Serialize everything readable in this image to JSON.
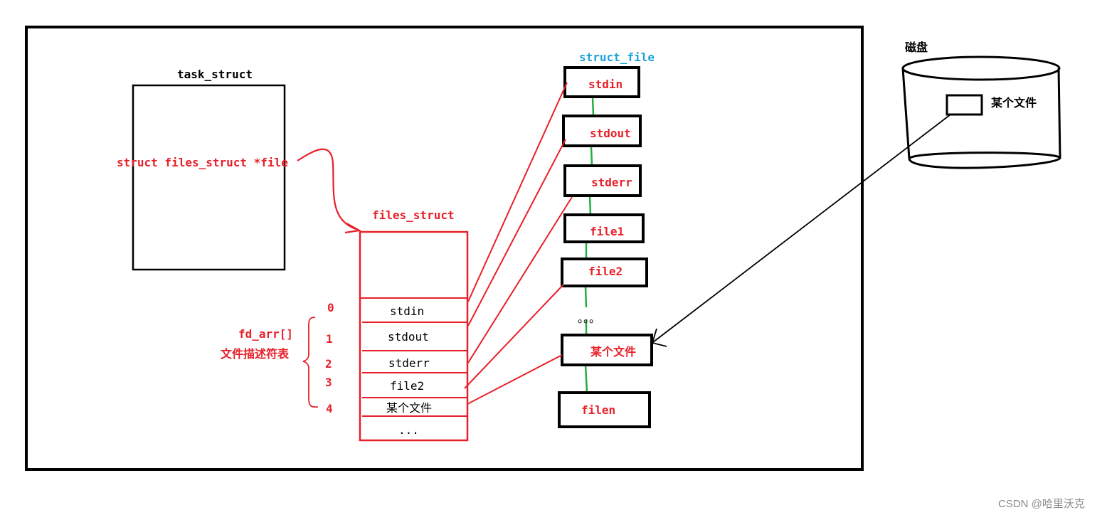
{
  "colors": {
    "red": "#e8202a",
    "black": "#000000",
    "blue": "#1aa3d9",
    "green": "#20b040",
    "watermark": "#8a8a8a"
  },
  "task": {
    "title": "task_struct",
    "field": "struct files_struct *file"
  },
  "files": {
    "title": "files_struct",
    "rows": [
      "stdin",
      "stdout",
      "stderr",
      "file2",
      "某个文件",
      "..."
    ],
    "indices": [
      "0",
      "1",
      "2",
      "3",
      "4"
    ],
    "brace_label_1": "fd_arr[]",
    "brace_label_2": "文件描述符表"
  },
  "sfile": {
    "title": "struct_file",
    "items": [
      "stdin",
      "stdout",
      "stderr",
      "file1",
      "file2",
      "某个文件",
      "filen"
    ],
    "ellipsis": "。。。"
  },
  "disk": {
    "title": "磁盘",
    "file_label": "某个文件"
  },
  "watermark": "CSDN @哈里沃克"
}
